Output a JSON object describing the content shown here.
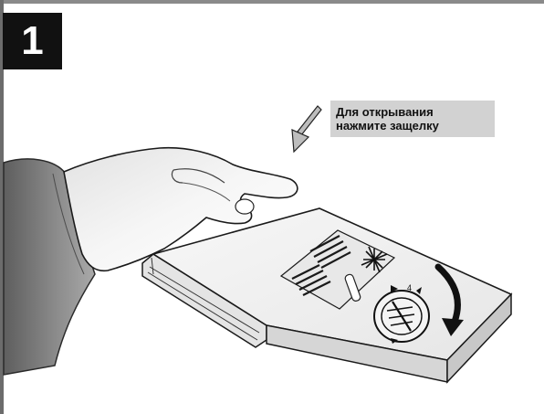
{
  "step": {
    "number": "1"
  },
  "callout": {
    "line1": "Для открывания",
    "line2": "нажмите защелку"
  },
  "illustration": {
    "icons": [
      "pointer-arrow-icon",
      "rotation-arrow-icon",
      "sun-icon"
    ]
  },
  "colors": {
    "badge": "#111111",
    "callout_bg": "#d2d2d2",
    "sleeve": "#7a7a7a",
    "device": "#efefef",
    "outline": "#1a1a1a"
  }
}
